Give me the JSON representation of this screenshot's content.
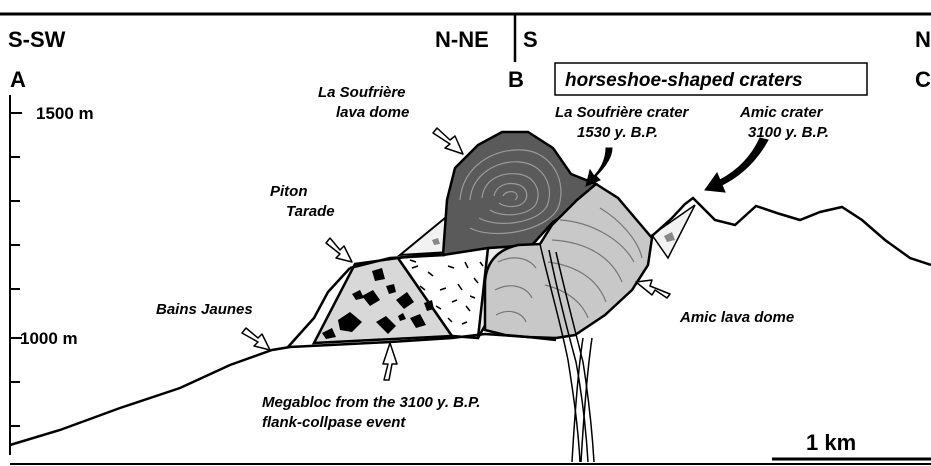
{
  "section_headers": {
    "left_start": "S-SW",
    "left_end": "N-NE",
    "right_start": "S",
    "right_end": "N"
  },
  "points": {
    "a": "A",
    "b": "B",
    "c": "C"
  },
  "elevations": {
    "upper": "1500 m",
    "lower": "1000 m"
  },
  "labels": {
    "soufriere_dome": [
      "La Soufrière",
      "lava dome"
    ],
    "piton_tarade": [
      "Piton",
      "Tarade"
    ],
    "bains_jaunes": "Bains Jaunes",
    "craters_box": "horseshoe-shaped craters",
    "soufriere_crater": [
      "La Soufrière crater",
      "1530 y. B.P."
    ],
    "amic_crater": [
      "Amic crater",
      "3100 y. B.P."
    ],
    "amic_dome": "Amic lava dome",
    "megabloc": [
      "Megabloc from the 3100 y. B.P.",
      "flank-collpase event"
    ]
  },
  "scale_bar": {
    "label": "1 km"
  },
  "colors": {
    "soufriere_dome": "#5a5a5a",
    "amic_dome": "#c8c8c8",
    "megabloc": "#d8d8d8"
  }
}
